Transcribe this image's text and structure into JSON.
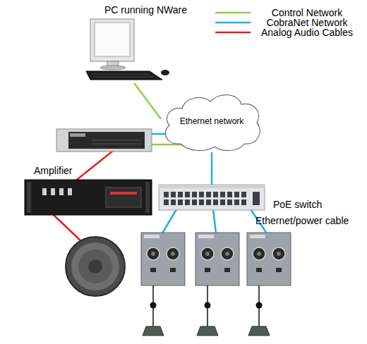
{
  "diagram": {
    "nodes": [
      {
        "text": [
          "PC running NWare"
        ]
      },
      {
        "text": [
          "Ethernet network"
        ]
      },
      {
        "text": [
          "Amplifier"
        ]
      },
      {
        "text": [
          "PoE switch"
        ]
      }
    ],
    "edges": [
      {
        "from": 0,
        "to": 1,
        "arrow": "none"
      },
      {
        "from": 1,
        "to": 3,
        "arrow": "none"
      }
    ],
    "labels": [
      "Ethernet/power cable"
    ],
    "legend": [
      {
        "text": "Control Network"
      },
      {
        "text": "CobraNet Network"
      },
      {
        "text": "Analog Audio Cables"
      }
    ]
  }
}
